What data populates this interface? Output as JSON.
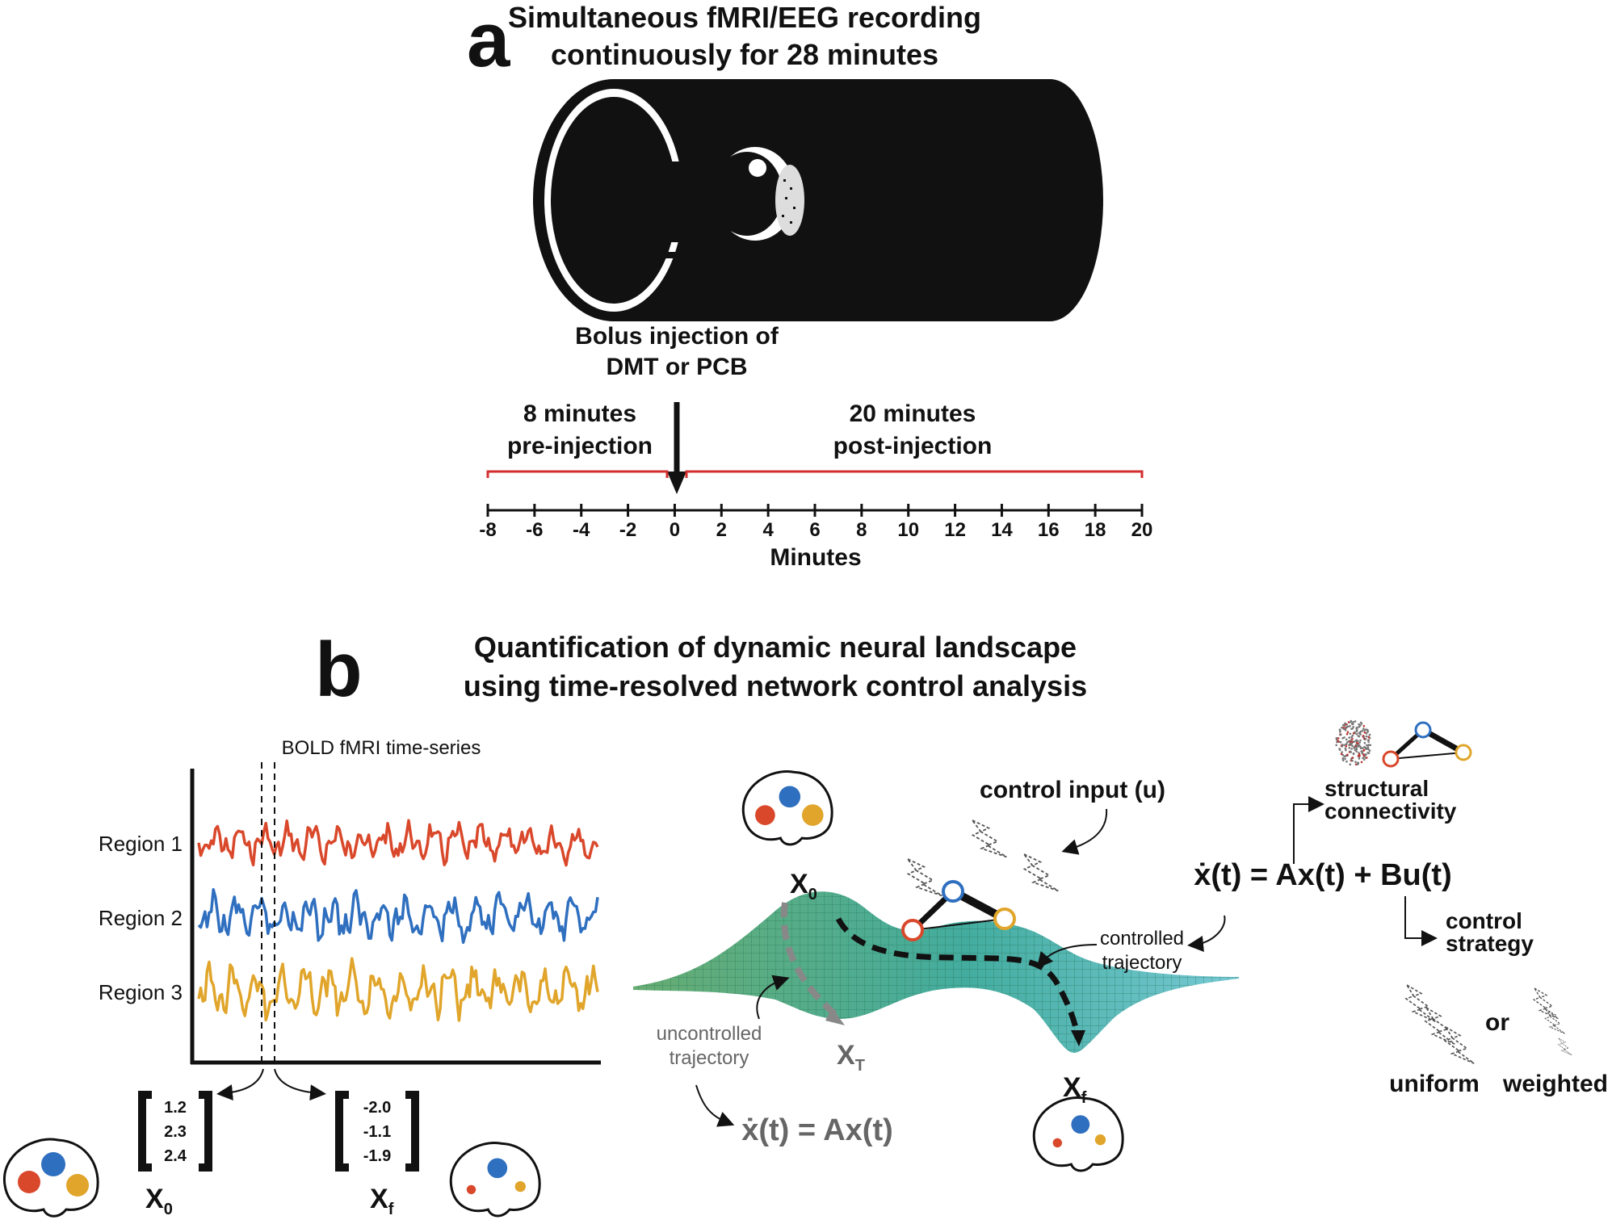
{
  "panel_a": {
    "letter": "a",
    "title_line1": "Simultaneous fMRI/EEG recording",
    "title_line2": "continuously for 28 minutes",
    "injection_line1": "Bolus injection of",
    "injection_line2": "DMT or PCB",
    "pre_line1": "8 minutes",
    "pre_line2": "pre-injection",
    "post_line1": "20 minutes",
    "post_line2": "post-injection",
    "axis_ticks": [
      "-8",
      "-6",
      "-4",
      "-2",
      "0",
      "2",
      "4",
      "6",
      "8",
      "10",
      "12",
      "14",
      "16",
      "18",
      "20"
    ],
    "axis_label": "Minutes"
  },
  "panel_b": {
    "letter": "b",
    "title_line1": "Quantification of dynamic neural landscape",
    "title_line2": "using time-resolved network control analysis",
    "timeseries_title": "BOLD fMRI time-series",
    "regions": [
      "Region 1",
      "Region 2",
      "Region 3"
    ],
    "region_colors": [
      "#d9482b",
      "#2f6fbf",
      "#e0a52a"
    ],
    "x0_vector": [
      "1.2",
      "2.3",
      "2.4"
    ],
    "xf_vector": [
      "-2.0",
      "-1.1",
      "-1.9"
    ],
    "x0_label": "X",
    "x0_sub": "0",
    "xf_label": "X",
    "xf_sub": "f",
    "xt_label": "X",
    "xt_sub": "T",
    "control_input": "control input (u)",
    "controlled_line1": "controlled",
    "controlled_line2": "trajectory",
    "uncontrolled_line1": "uncontrolled",
    "uncontrolled_line2": "trajectory",
    "eq_uncontrolled": "ẋ(t) = Ax(t)",
    "eq_full": "ẋ(t) = Ax(t) + Bu(t)",
    "structural_line1": "structural",
    "structural_line2": "connectivity",
    "strategy_line1": "control",
    "strategy_line2": "strategy",
    "or_label": "or",
    "uniform_label": "uniform",
    "weighted_label": "weighted"
  }
}
